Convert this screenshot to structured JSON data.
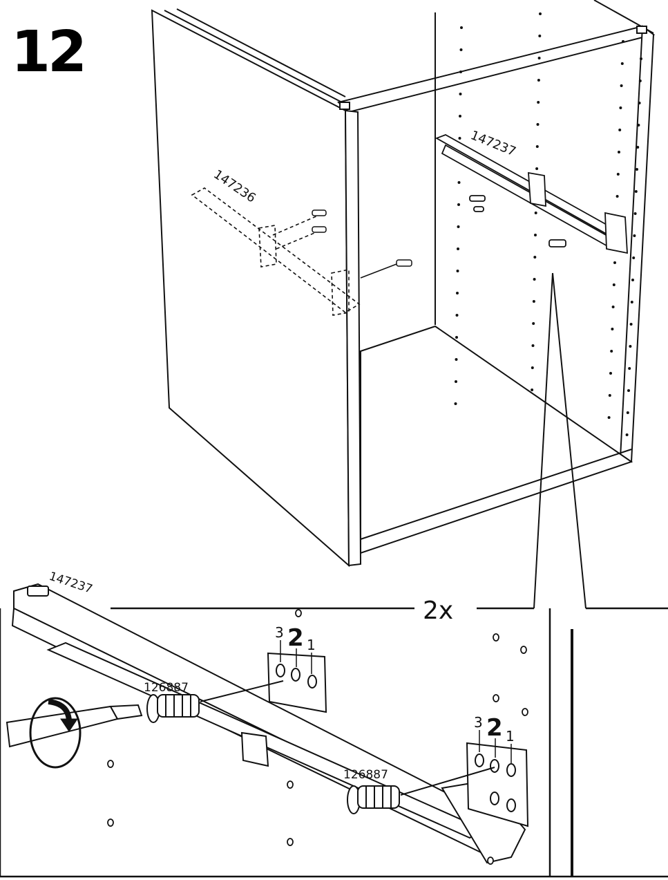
{
  "step": {
    "number": "12"
  },
  "parts": {
    "rail_left": "147236",
    "rail_right": "147237",
    "rail_detail": "147237",
    "screw_a": "126887",
    "screw_b": "126887"
  },
  "quantity": "2x",
  "hole_positions": {
    "a": {
      "left": "3",
      "middle": "2",
      "right": "1"
    },
    "b": {
      "left": "3",
      "middle": "2",
      "right": "1"
    }
  },
  "icons": [
    "screwdriver-icon",
    "rotation-arrow-icon"
  ]
}
